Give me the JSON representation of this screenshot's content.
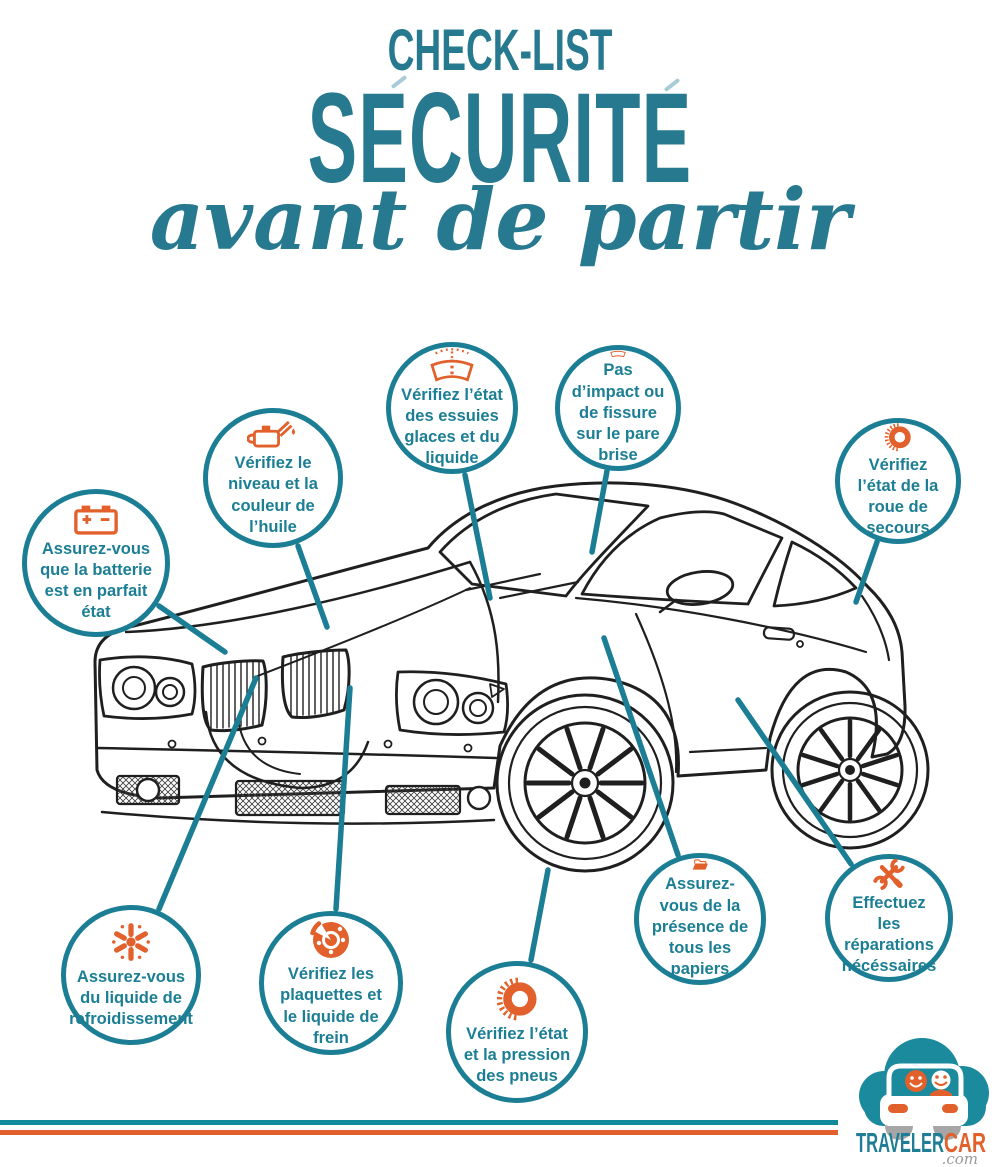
{
  "header": {
    "kicker": "CHECK-LIST",
    "title": "SECURITE",
    "subtitle": "avant de partir"
  },
  "callouts": [
    {
      "id": "battery",
      "icon": "battery-icon",
      "text": "Assurez-vous que la batterie est en parfait état"
    },
    {
      "id": "oil",
      "icon": "oil-can-icon",
      "text": "Vérifiez le niveau et la couleur de l’huile"
    },
    {
      "id": "wipers",
      "icon": "wiper-icon",
      "text": "Vérifiez l’état des essuies glaces et du liquide"
    },
    {
      "id": "windshield",
      "icon": "windshield-icon",
      "text": "Pas d’impact ou de fissure sur le pare brise"
    },
    {
      "id": "spare-wheel",
      "icon": "tire-icon",
      "text": "Vérifiez l’état de la roue de secours"
    },
    {
      "id": "coolant",
      "icon": "snowflake-icon",
      "text": "Assurez-vous du liquide de refroidissement"
    },
    {
      "id": "brakes",
      "icon": "brake-disc-icon",
      "text": "Vérifiez les plaquettes et le liquide de frein"
    },
    {
      "id": "tires",
      "icon": "tire-icon",
      "text": "Vérifiez l’état et la pression des pneus"
    },
    {
      "id": "papers",
      "icon": "folder-icon",
      "text": "Assurez-vous de la présence de tous les papiers"
    },
    {
      "id": "repairs",
      "icon": "tools-icon",
      "text": "Effectuez les réparations nécéssaires"
    }
  ],
  "logo": {
    "brand_primary": "TRAVELER",
    "brand_secondary": "CAR",
    "brand_tld": ".com"
  },
  "colors": {
    "teal": "#1B7E94",
    "title_teal": "#27798F",
    "orange": "#E2602B",
    "accent_light": "#A9CBD8",
    "stripe_teal": "#0F8A9D",
    "logo_cloud": "#1A8A9C",
    "gray": "#9A9A9A"
  }
}
